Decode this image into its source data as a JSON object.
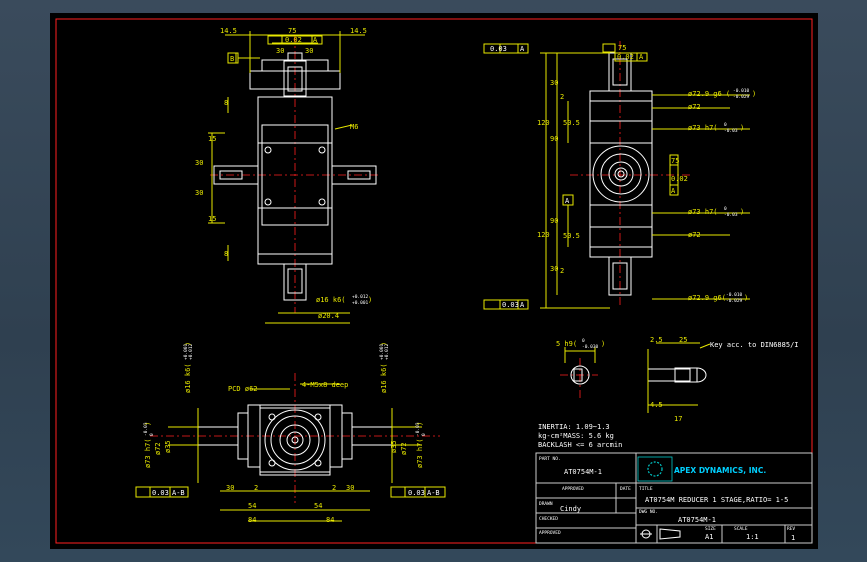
{
  "drawing": {
    "top_view": {
      "dims": [
        "14.5",
        "14.5",
        "75",
        "0.02",
        "A",
        "30",
        "30",
        "B",
        "M6",
        "30",
        "30",
        "15",
        "15",
        "8",
        "8"
      ],
      "bottom": [
        "ø16 k6(",
        "+0.012",
        "+0.001",
        ")",
        "ø20.4"
      ]
    },
    "side_view": {
      "tol_top": [
        "0.03",
        "A"
      ],
      "tol_bottom": [
        "0.03",
        "A"
      ],
      "dims_top": [
        "75",
        "0.02",
        "A"
      ],
      "left": [
        "30",
        "120",
        "50.5",
        "90",
        "2",
        "30",
        "120",
        "50.5",
        "90",
        "2"
      ],
      "right": [
        "ø72.9 g6 (",
        "-0.010",
        "-0.029",
        ")",
        "ø72",
        "ø73 h7(",
        "0",
        "-0.03",
        ")",
        "75",
        "0.02",
        "A",
        "ø73 h7(",
        "0",
        "-0.03",
        ")",
        "ø72",
        "ø72.9 g6(",
        "-0.010",
        "-0.029",
        ")"
      ],
      "datum": "A"
    },
    "front_view": {
      "left_vertical": [
        "ø16 k6(",
        "+0.012",
        "+0.001",
        ")"
      ],
      "right_vertical": [
        "ø16 k6(",
        "+0.012",
        "+0.001",
        ")"
      ],
      "pcd": "PCD ø62",
      "holes": "4-M5x8 deep",
      "left_side": [
        "ø73 h7(",
        "0",
        "-0.03",
        ")",
        "ø72",
        "ø35"
      ],
      "right_side": [
        "ø35",
        "ø72",
        "ø73 h7(",
        "0",
        "-0.03",
        ")"
      ],
      "bottom": [
        "30",
        "2",
        "2",
        "30",
        "54",
        "54",
        "84",
        "84"
      ],
      "tol_left": [
        "0.03",
        "A-B"
      ],
      "tol_right": [
        "0.03",
        "A-B"
      ]
    },
    "key_detail": {
      "dims": [
        "5 h9(",
        "0",
        "-0.030",
        ")",
        "2.5",
        "25",
        "Key acc. to DIN6885/I",
        "4.5",
        "17"
      ]
    },
    "notes": [
      "INERTIA: 1.09~1.3",
      "kg-cm²MASS: 5.6 kg",
      "BACKLASH <= 6 arcmin"
    ]
  },
  "title_block": {
    "part_no_label": "PART NO.",
    "part_no": "AT0754M-1",
    "company": "APEX DYNAMICS, INC.",
    "approved_label": "APPROVED",
    "date_label": "DATE",
    "title_label": "TITLE",
    "title": "AT0754M REDUCER 1 STAGE,RATIO= 1-5",
    "drawn_label": "DRAWN",
    "drawn": "Cindy",
    "dwg_no_label": "DWG NO.",
    "dwg_no": "AT0754M-1",
    "checked_label": "CHECKED",
    "approved2_label": "APPROVED",
    "size_label": "SIZE",
    "size": "A1",
    "scale_label": "SCALE",
    "scale": "1:1",
    "rev_label": "REV",
    "rev": "1"
  }
}
